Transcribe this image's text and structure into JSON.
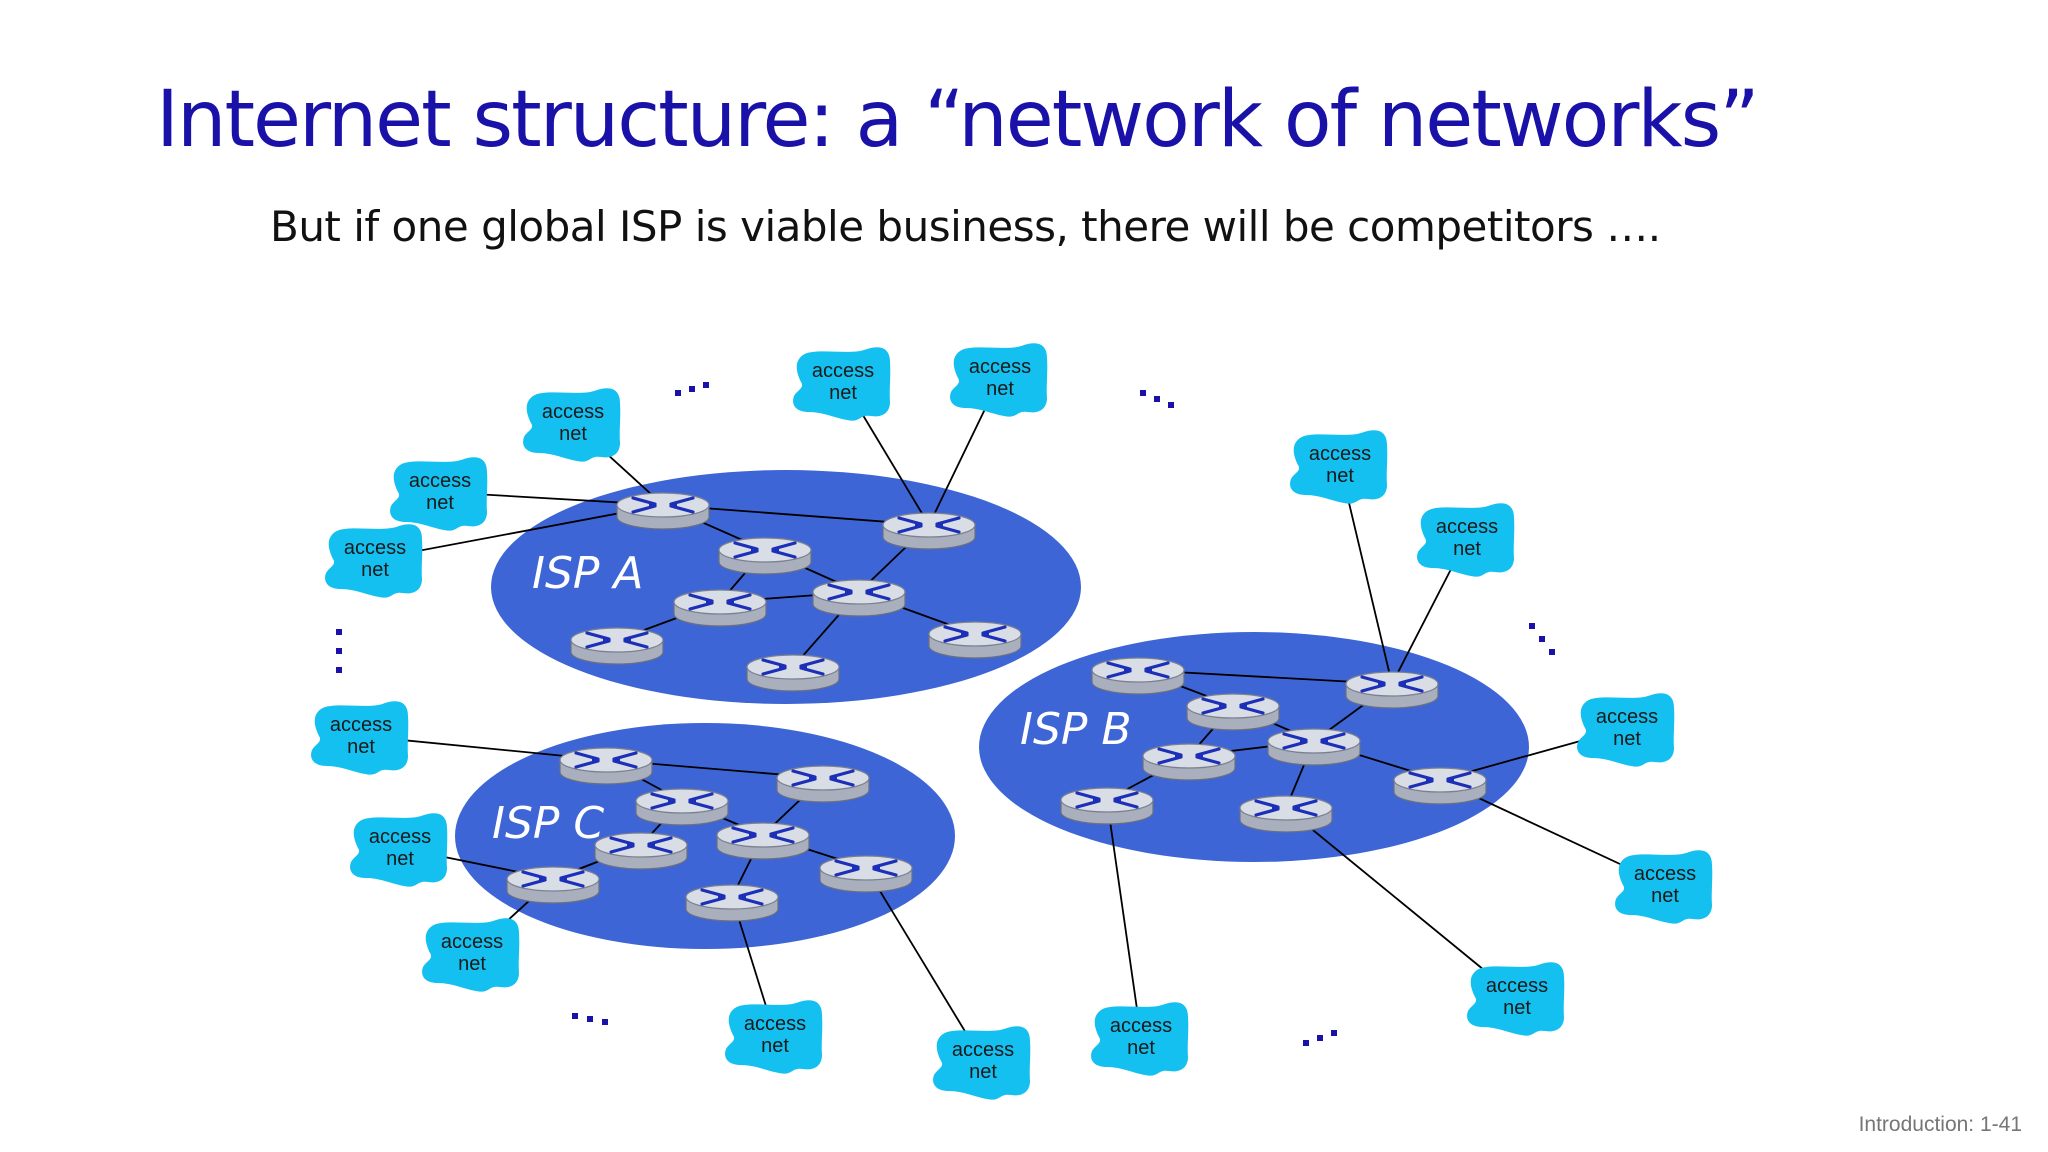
{
  "slide": {
    "title": "Internet structure: a “network of networks”",
    "subtitle": "But if one global ISP is viable business, there will be competitors ….",
    "footer": "Introduction: 1-41"
  },
  "diagram": {
    "isps": [
      {
        "id": "A",
        "label": "ISP A"
      },
      {
        "id": "B",
        "label": "ISP B"
      },
      {
        "id": "C",
        "label": "ISP C"
      }
    ],
    "access_net": {
      "line1": "access",
      "line2": "net"
    },
    "ellipsis": "…",
    "colors": {
      "isp_fill": "#3d65d6",
      "access_cloud": "#14c0f0",
      "title": "#1a12a8",
      "router_fill": "#d9dde6",
      "router_arrows": "#1c2fb8",
      "link": "#000000"
    }
  }
}
